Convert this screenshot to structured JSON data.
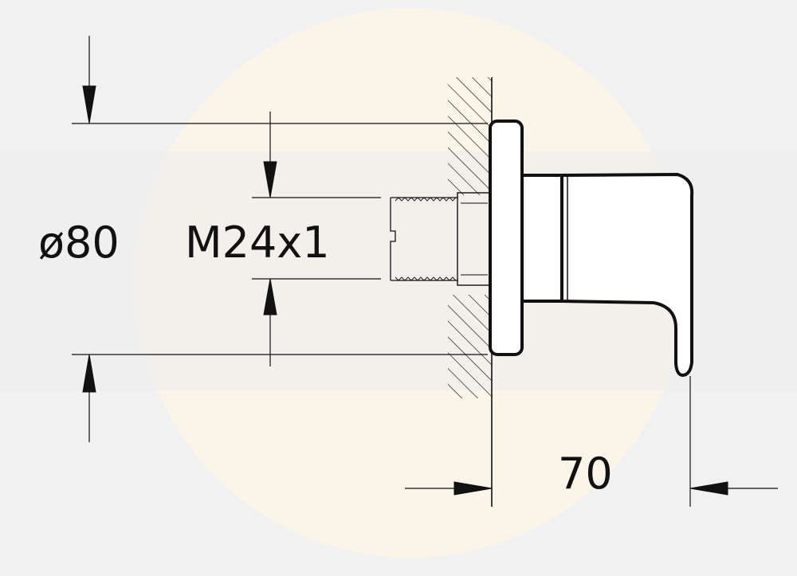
{
  "dimensions": {
    "diameter": "ø80",
    "thread": "M24x1",
    "projection": "70"
  },
  "colors": {
    "background": "#f1f1f1",
    "watermark_circle": "#fbf4e8",
    "watermark_band": "#ececec",
    "line": "#111111"
  }
}
